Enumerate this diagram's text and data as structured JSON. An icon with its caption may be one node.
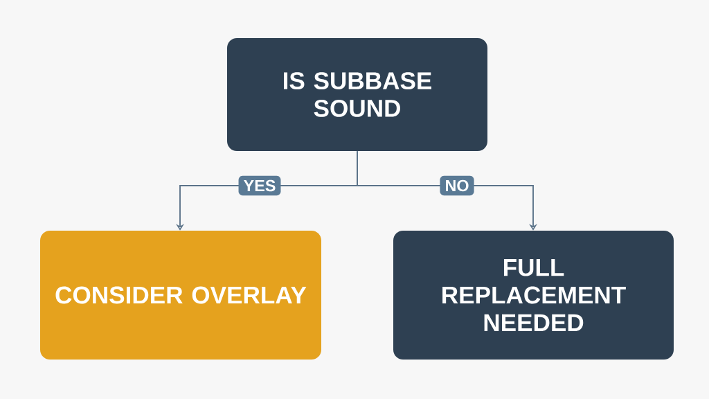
{
  "diagram": {
    "nodes": [
      {
        "text": [
          "IS SUBBASE SOUND"
        ]
      },
      {
        "text": [
          "CONSIDER OVERLAY"
        ]
      },
      {
        "text": [
          "FULL REPLACEMENT NEEDED"
        ]
      }
    ],
    "edges": [
      {
        "from": 0,
        "to": 1,
        "arrow": "to",
        "label": "YES"
      },
      {
        "from": 0,
        "to": 2,
        "arrow": "to",
        "label": "NO"
      }
    ]
  }
}
